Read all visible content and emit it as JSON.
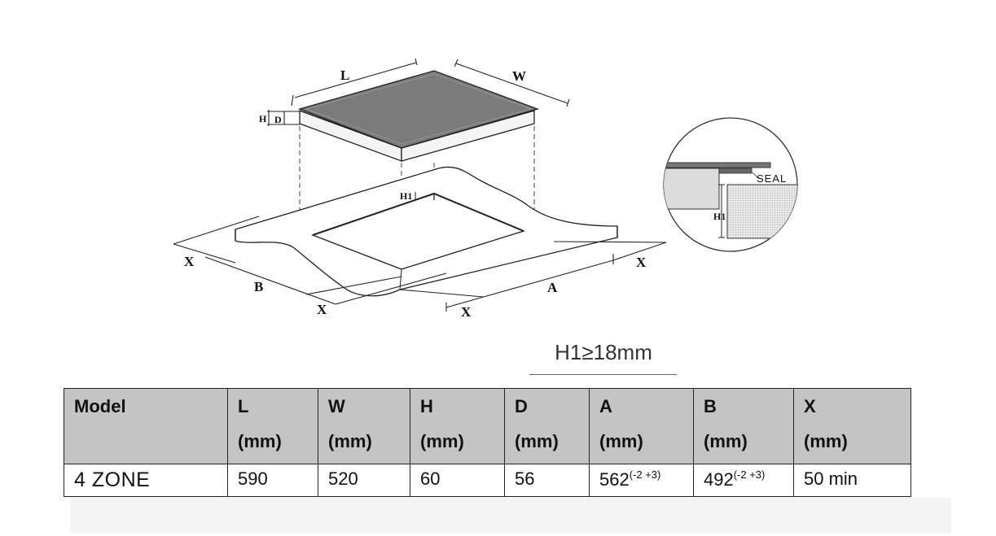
{
  "diagram": {
    "labels": {
      "L": "L",
      "W": "W",
      "H": "H",
      "D": "D",
      "H1": "H1",
      "A": "A",
      "B": "B",
      "X": "X",
      "seal": "SEAL"
    }
  },
  "note": "H1≥18mm",
  "table": {
    "headers": [
      {
        "name": "Model",
        "unit": ""
      },
      {
        "name": "L",
        "unit": "(mm)"
      },
      {
        "name": "W",
        "unit": "(mm)"
      },
      {
        "name": "H",
        "unit": "(mm)"
      },
      {
        "name": "D",
        "unit": "(mm)"
      },
      {
        "name": "A",
        "unit": "(mm)"
      },
      {
        "name": "B",
        "unit": "(mm)"
      },
      {
        "name": "X",
        "unit": "(mm)"
      }
    ],
    "row": {
      "model": "4 ZONE",
      "L": "590",
      "W": "520",
      "H": "60",
      "D": "56",
      "A": "562",
      "A_tol": "(-2 +3)",
      "B": "492",
      "B_tol": "(-2 +3)",
      "X": "50 min"
    }
  }
}
